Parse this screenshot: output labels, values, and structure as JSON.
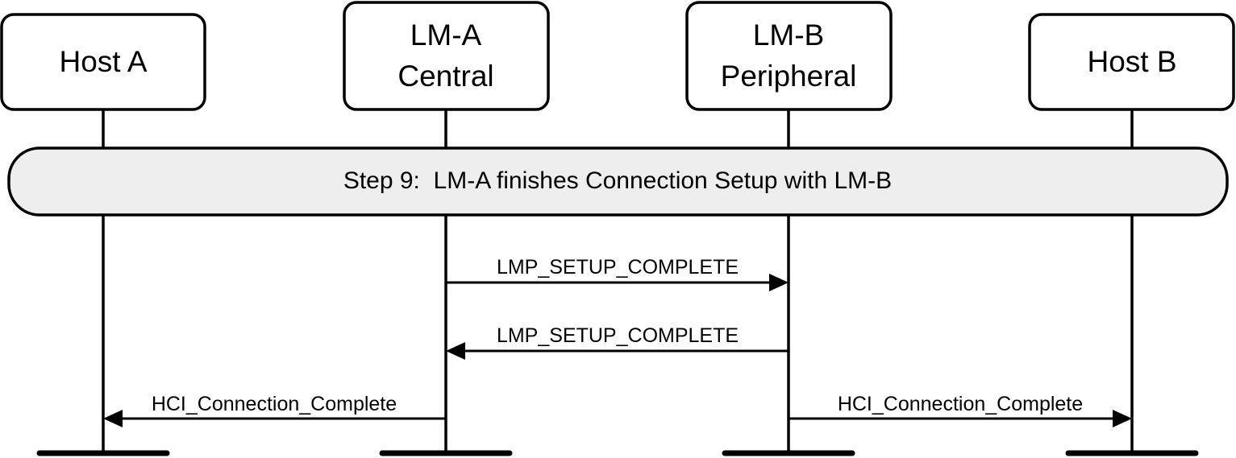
{
  "participants": [
    {
      "id": "host-a",
      "lines": [
        "Host A"
      ]
    },
    {
      "id": "lm-a",
      "lines": [
        "LM-A",
        "Central"
      ]
    },
    {
      "id": "lm-b",
      "lines": [
        "LM-B",
        "Peripheral"
      ]
    },
    {
      "id": "host-b",
      "lines": [
        "Host B"
      ]
    }
  ],
  "step": {
    "label": "Step 9:  LM-A finishes Connection Setup with LM-B"
  },
  "messages": [
    {
      "from": "lm-a",
      "to": "lm-b",
      "label": "LMP_SETUP_COMPLETE"
    },
    {
      "from": "lm-b",
      "to": "lm-a",
      "label": "LMP_SETUP_COMPLETE"
    },
    {
      "from": "lm-a",
      "to": "host-a",
      "label": "HCI_Connection_Complete"
    },
    {
      "from": "lm-b",
      "to": "host-b",
      "label": "HCI_Connection_Complete"
    }
  ],
  "colors": {
    "stroke": "#000000",
    "step_fill": "#eeeeee",
    "background": "#ffffff"
  }
}
